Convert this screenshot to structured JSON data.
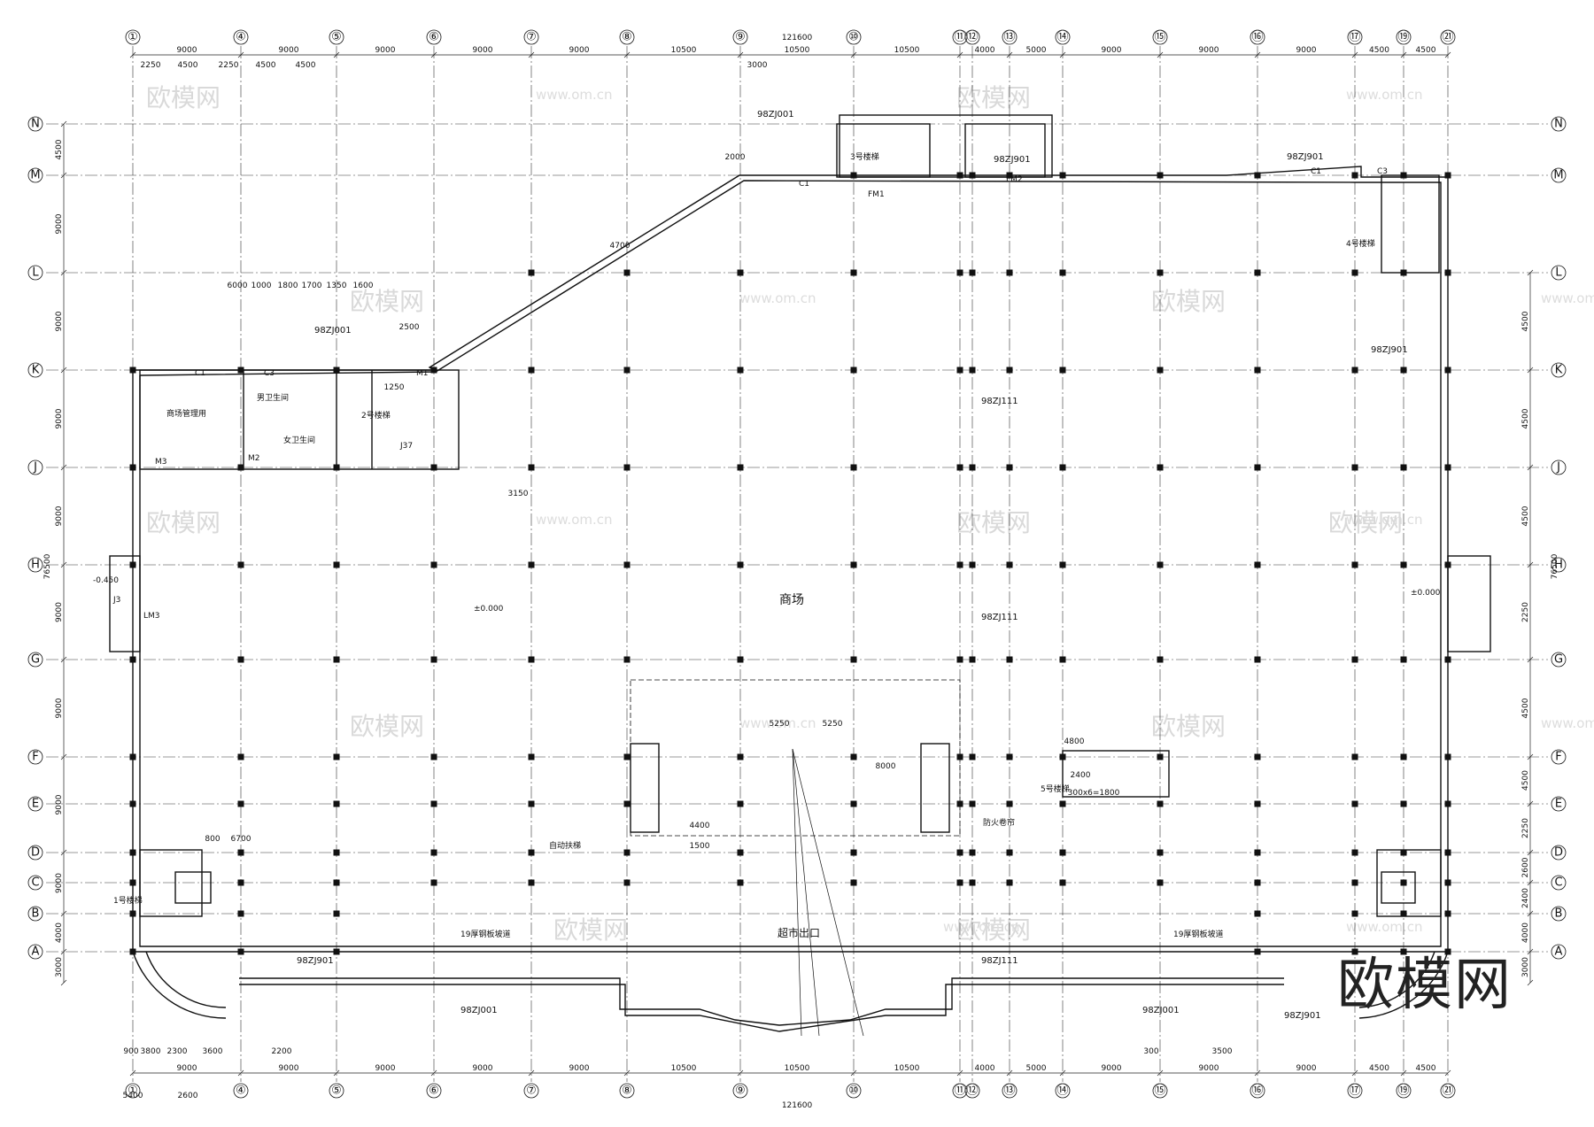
{
  "drawing": {
    "room_main": "商场",
    "supermarket_exit": "超市出口",
    "stair_1": "1号楼梯",
    "stair_2": "2号楼梯",
    "stair_3": "3号楼梯",
    "stair_4": "4号楼梯",
    "stair_5": "5号楼梯",
    "office_room": "商场管理用",
    "toilet_m": "男卫生间",
    "toilet_f": "女卫生间",
    "total_width": "121600",
    "total_depth": "76500",
    "elev_zero": "±0.000",
    "elev_out": "-0.450",
    "code_j001": "98ZJ001",
    "code_j111": "98ZJ111",
    "code_j901": "98ZJ901",
    "ramp_note": "19厚钢板坡道",
    "elevator_note": "自动扶梯",
    "shutter_note": "防火卷帘",
    "label_c1": "C1",
    "label_c3": "C3",
    "label_m1": "M1",
    "label_m2": "M2",
    "label_m3": "M3",
    "label_fm1": "FM1",
    "label_fm2": "FM2",
    "label_lm3": "LM3",
    "label_j37": "J37",
    "label_j3": "J3",
    "brand": "欧模网",
    "watermark": "欧模网",
    "watermark_url": "www.om.cn"
  },
  "grid_axes": {
    "columns": [
      "①",
      "④",
      "⑤",
      "⑥",
      "⑦",
      "⑧",
      "⑨",
      "⑩",
      "⑪",
      "⑫",
      "⑬",
      "⑭",
      "⑮",
      "⑯",
      "⑰",
      "⑲",
      "㉑"
    ],
    "rows": [
      "N",
      "M",
      "L",
      "K",
      "J",
      "H",
      "G",
      "F",
      "E",
      "D",
      "C",
      "B",
      "A"
    ]
  },
  "dimensions": {
    "top_spans": [
      "9000",
      "9000",
      "9000",
      "9000",
      "9000",
      "10500",
      "10500",
      "10500",
      "4000",
      "5000",
      "9000",
      "9000",
      "9000",
      "4500",
      "4500"
    ],
    "bottom_spans": [
      "9000",
      "9000",
      "9000",
      "9000",
      "9000",
      "10500",
      "10500",
      "10500",
      "4000",
      "5000",
      "9000",
      "9000",
      "9000",
      "4500",
      "4500"
    ],
    "left_spans": [
      "4500",
      "9000",
      "9000",
      "9000",
      "9000",
      "9000",
      "9000",
      "9000",
      "9000",
      "4000",
      "3000"
    ],
    "right_spans": [
      "3000",
      "4000",
      "2400",
      "2600",
      "2250",
      "4500",
      "4500",
      "2250",
      "4500",
      "4500",
      "4500"
    ],
    "misc": [
      "2250",
      "4500",
      "2250",
      "4500",
      "4500",
      "3000",
      "5250",
      "5250",
      "8000",
      "4400",
      "1500",
      "2500",
      "2400",
      "4800",
      "300x6=1800",
      "6700",
      "800",
      "2200",
      "3600",
      "5400",
      "2600",
      "3800",
      "2300",
      "900",
      "300",
      "3500",
      "2000",
      "4700",
      "6000",
      "1000",
      "1800",
      "1700",
      "1350",
      "1600",
      "1250",
      "3150"
    ]
  }
}
